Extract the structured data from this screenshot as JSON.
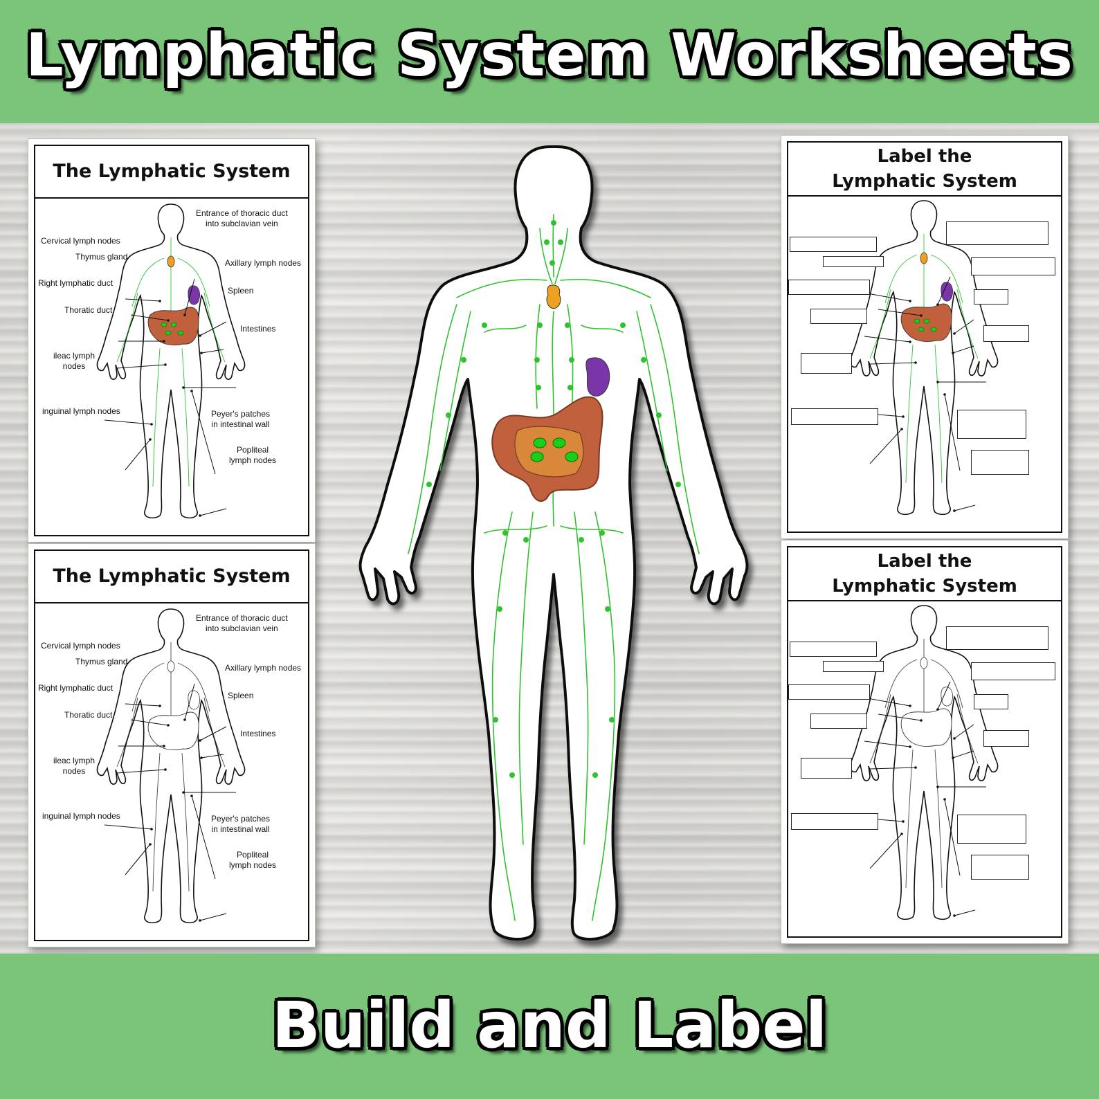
{
  "header": {
    "title": "Lymphatic System Worksheets"
  },
  "footer": {
    "subtitle": "Build and Label"
  },
  "sheets": {
    "labeled": {
      "title": "The Lymphatic System",
      "labels": {
        "entrance": "Entrance of thoracic duct\ninto subclavian vein",
        "cervical": "Cervical lymph nodes",
        "thymus": "Thymus gland",
        "axillary": "Axillary lymph nodes",
        "right_duct": "Right lymphatic duct",
        "spleen": "Spleen",
        "thoratic": "Thoratic duct",
        "intestines": "Intestines",
        "ileac": "ileac lymph\nnodes",
        "inguinal": "inguinal lymph nodes",
        "peyers": "Peyer's patches\nin intestinal wall",
        "popliteal": "Popliteal\nlymph nodes"
      }
    },
    "blank": {
      "title": "Label the\nLymphatic System"
    }
  },
  "colors": {
    "band": "#7ac57a",
    "lymph": "#2fc22f",
    "thymus": "#f0a020",
    "spleen": "#7a35a8",
    "intestine": "#c0603c",
    "intestine_inner": "#d9883a"
  }
}
